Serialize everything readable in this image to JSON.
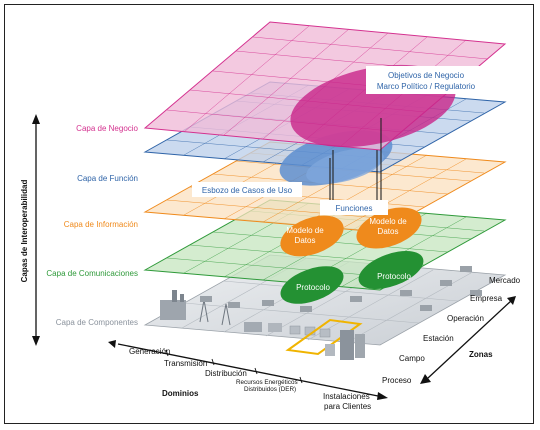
{
  "interop_axis": {
    "label": "Capas de Interoperabilidad"
  },
  "layers": [
    {
      "key": "business",
      "label": "Capa de Negocio",
      "color": "#d4318f"
    },
    {
      "key": "function",
      "label": "Capa de Función",
      "color": "#2f64a8"
    },
    {
      "key": "information",
      "label": "Capa de Información",
      "color": "#ef8a1c"
    },
    {
      "key": "communication",
      "label": "Capa de Comunicaciones",
      "color": "#2f9a3a"
    },
    {
      "key": "component",
      "label": "Capa de Componentes",
      "color": "#8a929c"
    }
  ],
  "callouts": {
    "objectives_line1": "Objetivos de Negocio",
    "objectives_line2": "Marco Político / Regulatorio",
    "use_case": "Esbozo de Casos de Uso",
    "functions": "Funciones",
    "data_model_left_1": "Modelo de",
    "data_model_left_2": "Datos",
    "data_model_right_1": "Modelo de",
    "data_model_right_2": "Datos",
    "protocol_left": "Protocolo",
    "protocol_right": "Protocolo"
  },
  "domains": {
    "title": "Dominios",
    "items": [
      "Generación",
      "Transmisión",
      "Distribución"
    ],
    "der_line1": "Recursos Energéticos",
    "der_line2": "Distribuidos (DER)",
    "customer_line1": "Instalaciones",
    "customer_line2": "para Clientes"
  },
  "zones": {
    "title": "Zonas",
    "items": [
      "Mercado",
      "Empresa",
      "Operación",
      "Estación",
      "Campo",
      "Proceso"
    ]
  }
}
